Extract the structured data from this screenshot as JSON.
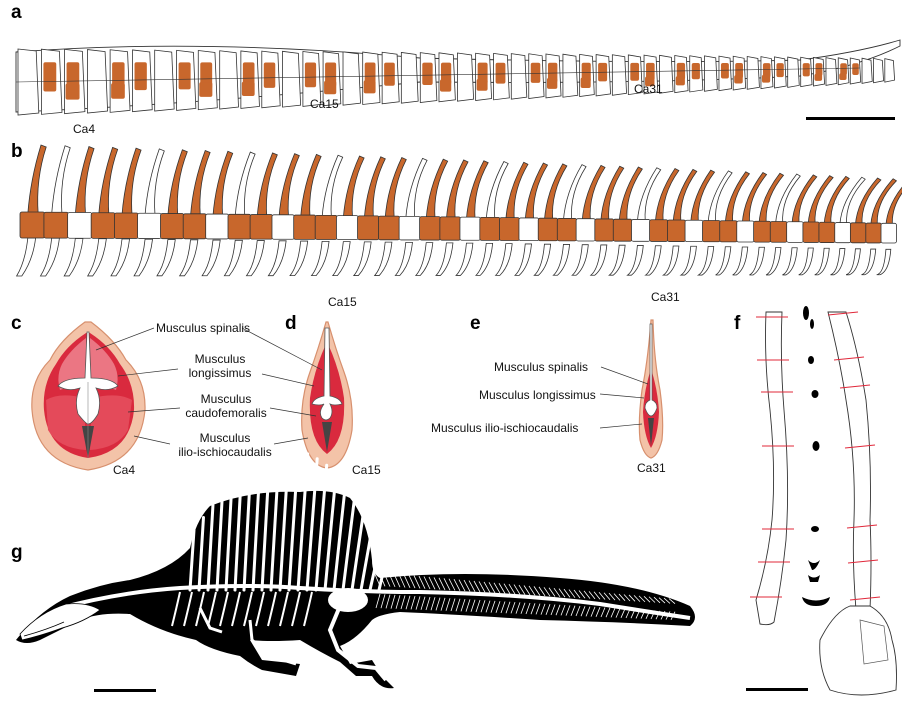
{
  "panels": {
    "a": {
      "letter": "a",
      "labels": {
        "ca4": "Ca4",
        "ca15": "Ca15",
        "ca31": "Ca31"
      }
    },
    "b": {
      "letter": "b",
      "labels": {
        "ca15": "Ca15",
        "ca31": "Ca31"
      }
    },
    "c": {
      "letter": "c",
      "label": "Ca4"
    },
    "d": {
      "letter": "d",
      "label": "Ca15"
    },
    "e": {
      "letter": "e",
      "label": "Ca31"
    },
    "f": {
      "letter": "f"
    },
    "g": {
      "letter": "g"
    }
  },
  "muscles": {
    "cd": {
      "spinalis": "Musculus spinalis",
      "longissimus_1": "Musculus",
      "longissimus_2": "longissimus",
      "caudofemoralis_1": "Musculus",
      "caudofemoralis_2": "caudofemoralis",
      "ilio_1": "Musculus",
      "ilio_2": "ilio-ischiocaudalis"
    },
    "e": {
      "spinalis": "Musculus spinalis",
      "longissimus": "Musculus longissimus",
      "ilio": "Musculus ilio-ischiocaudalis"
    }
  },
  "colors": {
    "bone": "#c8672c",
    "muscle": "#d92a3e",
    "muscle_light": "#ef8a95",
    "skin": "#f3c3a8",
    "skin_edge": "#d7906e",
    "silhouette": "#000000",
    "cut_marks": "#e0283a"
  }
}
